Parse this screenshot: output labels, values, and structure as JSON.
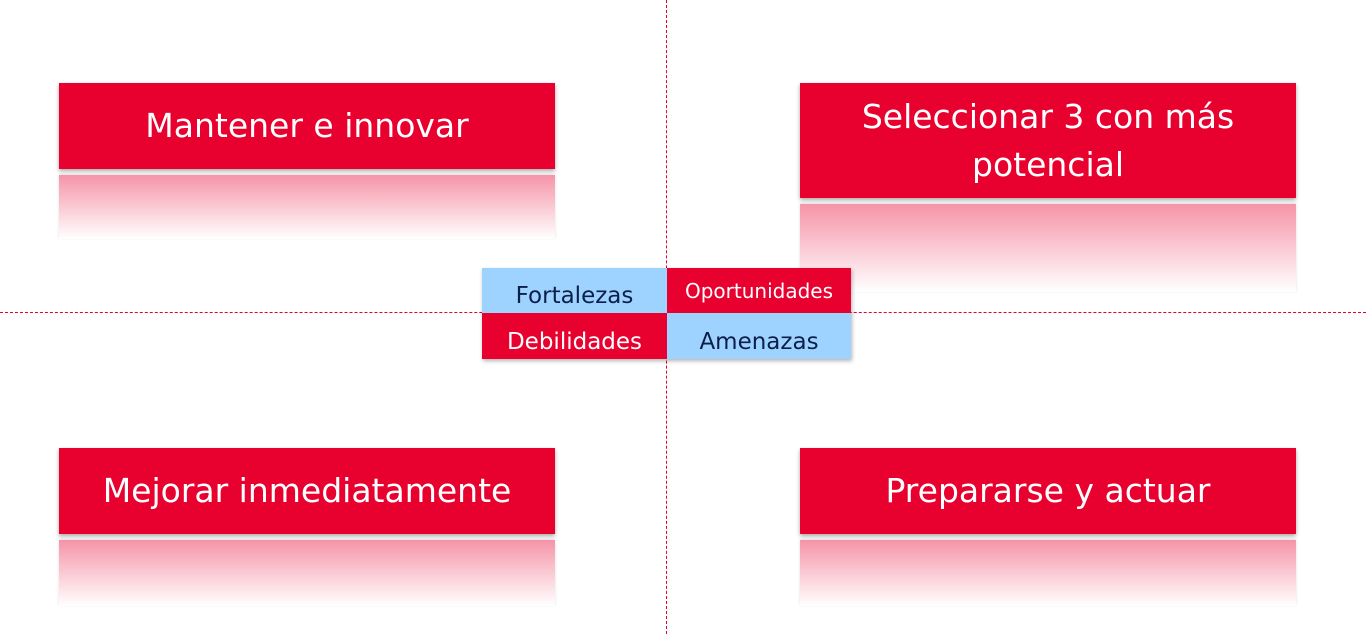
{
  "colors": {
    "red": "#e8002f",
    "light_blue": "#9fd3ff",
    "dark_text": "#0b1f4a",
    "white_text": "#ffffff"
  },
  "strategies": {
    "top_left": "Mantener e innovar",
    "top_right": "Seleccionar 3 con más potencial",
    "bottom_left": "Mejorar inmediatamente",
    "bottom_right": "Prepararse y actuar"
  },
  "swot": {
    "strengths": "Fortalezas",
    "opportunities": "Oportunidades",
    "weaknesses": "Debilidades",
    "threats": "Amenazas"
  }
}
